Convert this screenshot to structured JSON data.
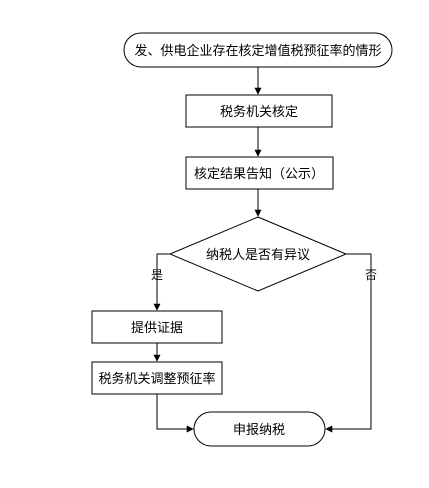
{
  "nodes": {
    "start": "发、供电企业存在核定增值税预征率的情形",
    "tax_authority_approval": "税务机关核定",
    "notify_result": "核定结果告知（公示）",
    "decision": "纳税人是否有异议",
    "provide_evidence": "提供证据",
    "adjust_rate": "税务机关调整预征率",
    "end": "申报纳税"
  },
  "edges": {
    "yes": "是",
    "no": "否"
  }
}
